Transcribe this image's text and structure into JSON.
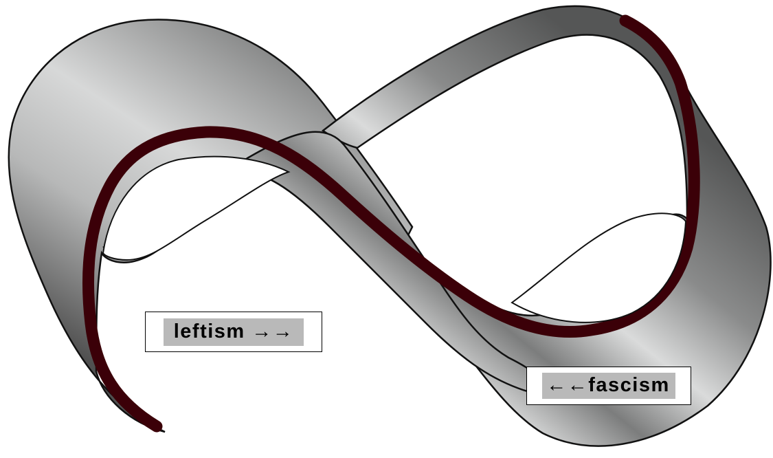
{
  "diagram": {
    "shape": "mobius-strip",
    "band_colors": [
      "#4a4a4a",
      "#d9dada",
      "#5a5a5a"
    ],
    "edge_color": "#3b0008",
    "outline_color": "#111111"
  },
  "labels": {
    "left": "leftism →→",
    "right": "←←fascism"
  }
}
